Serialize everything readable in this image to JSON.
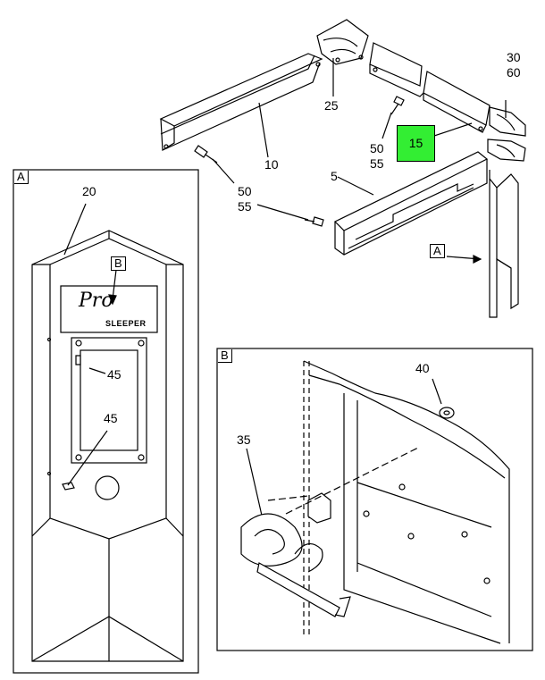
{
  "callouts": {
    "c30": "30",
    "c60": "60",
    "c25": "25",
    "c10": "10",
    "c15": "15",
    "c50a": "50",
    "c55a": "55",
    "c50b": "50",
    "c55b": "55",
    "c5": "5",
    "c20": "20",
    "c45a": "45",
    "c45b": "45",
    "c40": "40",
    "c35": "35"
  },
  "views": {
    "view_a_label": "A",
    "view_a_ref": "A",
    "view_b_label": "B",
    "view_b_ref": "B"
  },
  "highlight": {
    "item": "15",
    "color": "#33ee33"
  },
  "logo": {
    "script": "Pro",
    "text": "SLEEPER"
  }
}
